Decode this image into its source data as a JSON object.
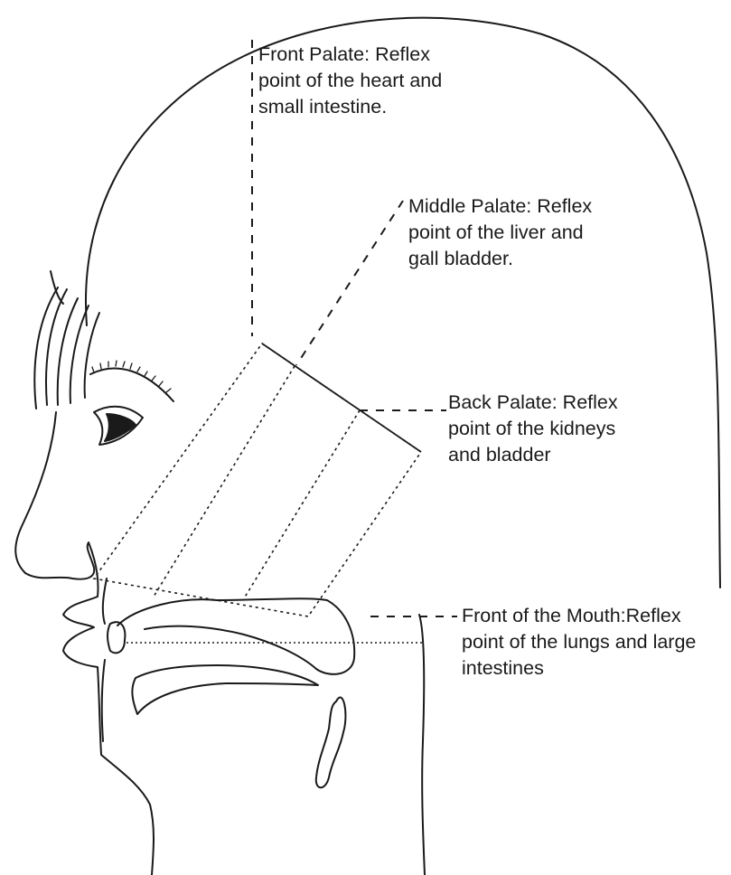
{
  "labels": {
    "front_palate": [
      "Front Palate: Reflex",
      "point of the heart and",
      "small intestine."
    ],
    "middle_palate": [
      "Middle Palate: Reflex",
      "point of the liver and",
      "gall bladder."
    ],
    "back_palate": [
      "Back Palate: Reflex",
      "point of the kidneys",
      "and bladder"
    ],
    "front_of_mouth": [
      "Front of the Mouth:Reflex",
      "point of the lungs and large",
      "intestines"
    ]
  },
  "colors": {
    "ink": "#1a1a1a",
    "background": "#ffffff"
  }
}
